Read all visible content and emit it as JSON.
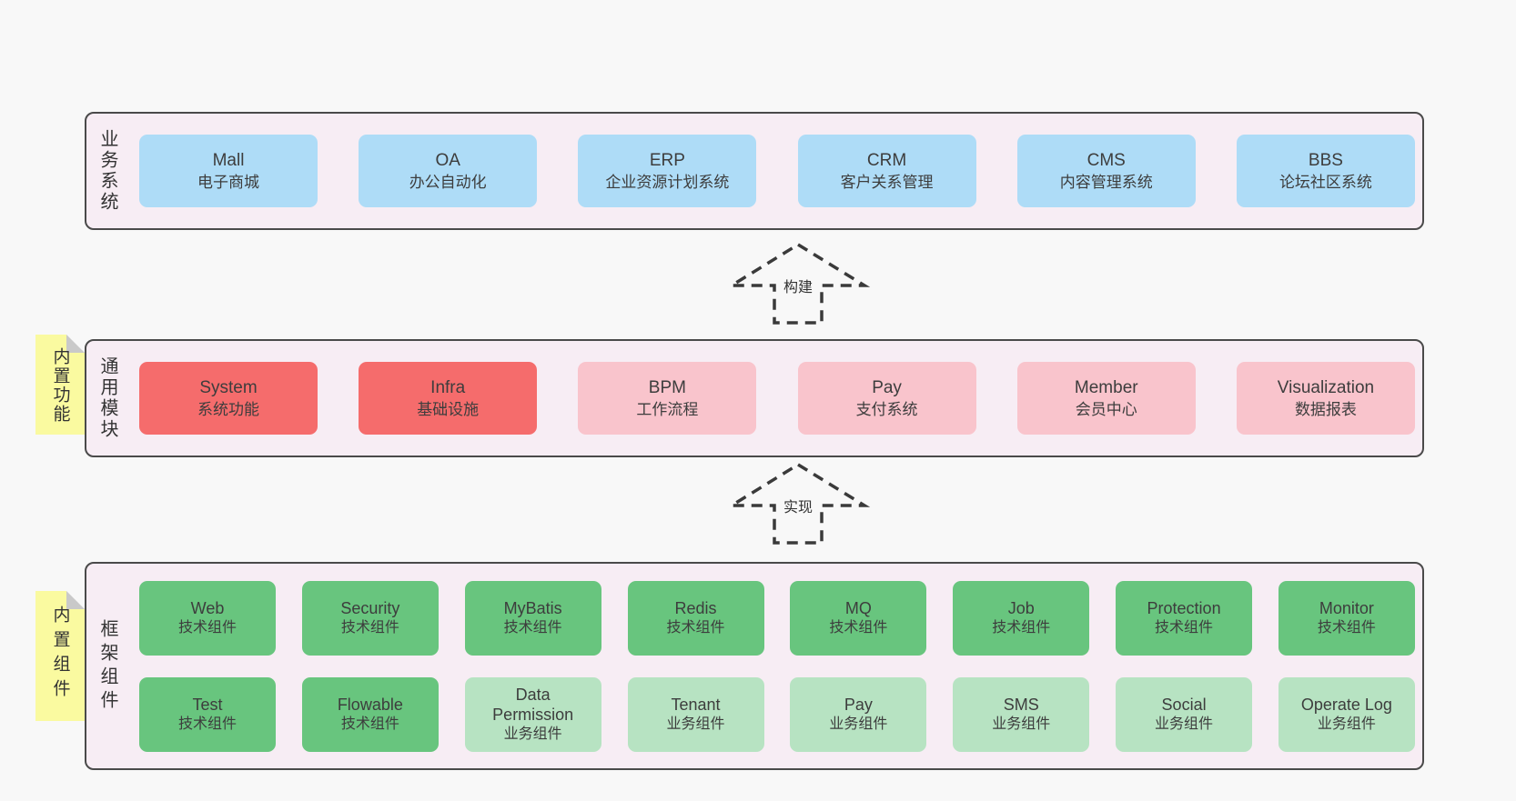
{
  "sections": [
    {
      "id": "business-systems",
      "side_label": "业务系统",
      "sticky_label": null,
      "rows": [
        [
          {
            "name": "Mall",
            "subtitle": "电子商城",
            "variant": "blue"
          },
          {
            "name": "OA",
            "subtitle": "办公自动化",
            "variant": "blue"
          },
          {
            "name": "ERP",
            "subtitle": "企业资源计划系统",
            "variant": "blue"
          },
          {
            "name": "CRM",
            "subtitle": "客户关系管理",
            "variant": "blue"
          },
          {
            "name": "CMS",
            "subtitle": "内容管理系统",
            "variant": "blue"
          },
          {
            "name": "BBS",
            "subtitle": "论坛社区系统",
            "variant": "blue"
          }
        ]
      ]
    },
    {
      "id": "common-modules",
      "side_label": "通用模块",
      "sticky_label": "内置功能",
      "rows": [
        [
          {
            "name": "System",
            "subtitle": "系统功能",
            "variant": "red"
          },
          {
            "name": "Infra",
            "subtitle": "基础设施",
            "variant": "red"
          },
          {
            "name": "BPM",
            "subtitle": "工作流程",
            "variant": "pink"
          },
          {
            "name": "Pay",
            "subtitle": "支付系统",
            "variant": "pink"
          },
          {
            "name": "Member",
            "subtitle": "会员中心",
            "variant": "pink"
          },
          {
            "name": "Visualization",
            "subtitle": "数据报表",
            "variant": "pink"
          }
        ]
      ]
    },
    {
      "id": "framework-components",
      "side_label": "框架组件",
      "sticky_label": "内置组件",
      "rows": [
        [
          {
            "name": "Web",
            "subtitle": "技术组件",
            "variant": "green"
          },
          {
            "name": "Security",
            "subtitle": "技术组件",
            "variant": "green"
          },
          {
            "name": "MyBatis",
            "subtitle": "技术组件",
            "variant": "green"
          },
          {
            "name": "Redis",
            "subtitle": "技术组件",
            "variant": "green"
          },
          {
            "name": "MQ",
            "subtitle": "技术组件",
            "variant": "green"
          },
          {
            "name": "Job",
            "subtitle": "技术组件",
            "variant": "green"
          },
          {
            "name": "Protection",
            "subtitle": "技术组件",
            "variant": "green"
          },
          {
            "name": "Monitor",
            "subtitle": "技术组件",
            "variant": "green"
          }
        ],
        [
          {
            "name": "Test",
            "subtitle": "技术组件",
            "variant": "green"
          },
          {
            "name": "Flowable",
            "subtitle": "技术组件",
            "variant": "green"
          },
          {
            "name": "Data Permission",
            "subtitle": "业务组件",
            "variant": "lightgreen"
          },
          {
            "name": "Tenant",
            "subtitle": "业务组件",
            "variant": "lightgreen"
          },
          {
            "name": "Pay",
            "subtitle": "业务组件",
            "variant": "lightgreen"
          },
          {
            "name": "SMS",
            "subtitle": "业务组件",
            "variant": "lightgreen"
          },
          {
            "name": "Social",
            "subtitle": "业务组件",
            "variant": "lightgreen"
          },
          {
            "name": "Operate Log",
            "subtitle": "业务组件",
            "variant": "lightgreen"
          }
        ]
      ]
    }
  ],
  "arrows": [
    {
      "label": "构建"
    },
    {
      "label": "实现"
    }
  ],
  "colors": {
    "blue": "#aedcf7",
    "red": "#f56c6c",
    "pink": "#f9c4cc",
    "green": "#68c57e",
    "lightgreen": "#b7e3c2",
    "section_bg": "#f7edf4",
    "section_border": "#4a4a4a",
    "sticky_bg": "#fafaa0",
    "sticky_fold": "#c9c9c9",
    "page_bg": "#f8f8f8",
    "text": "#3d3d3d",
    "arrow": "#3a3a3a"
  }
}
